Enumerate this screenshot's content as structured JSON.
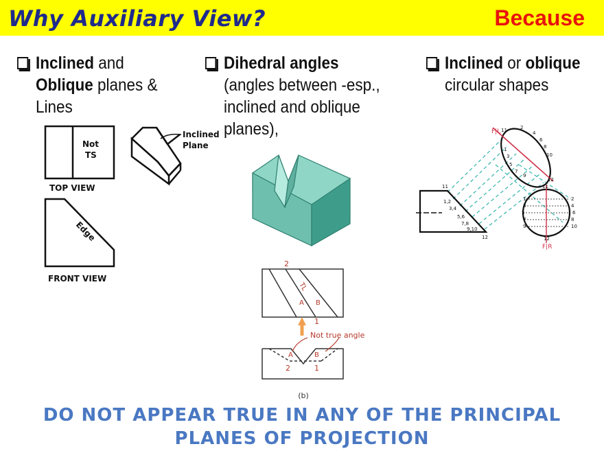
{
  "header": {
    "title": "Why Auxiliary View?",
    "because": "Because"
  },
  "bullets": [
    {
      "parts": [
        {
          "text": "Inclined",
          "bold": true
        },
        {
          "text": " and ",
          "bold": false
        },
        {
          "text": "Oblique",
          "bold": true
        },
        {
          "text": " planes & Lines",
          "bold": false
        }
      ]
    },
    {
      "parts": [
        {
          "text": "Dihedral angles",
          "bold": true
        },
        {
          "text": " (angles between -esp., inclined and oblique planes),",
          "bold": false
        }
      ]
    },
    {
      "parts": [
        {
          "text": "Inclined",
          "bold": true
        },
        {
          "text": " or ",
          "bold": false
        },
        {
          "text": "oblique",
          "bold": true
        },
        {
          "text": " circular shapes",
          "bold": false
        }
      ]
    }
  ],
  "fig1": {
    "not_ts": [
      "Not",
      "TS"
    ],
    "top_view": "TOP VIEW",
    "edge": "Edge",
    "front_view": "FRONT VIEW",
    "inclined_plane": [
      "Inclined",
      "Plane"
    ]
  },
  "fig2": {
    "label_2_top": "2",
    "label_tl": "TL",
    "label_a": "A",
    "label_b": "B",
    "label_1_mid": "1",
    "not_true_angle": "Not true angle",
    "label_a2": "A",
    "label_b2": "B",
    "label_2_bot": "2",
    "label_1_bot": "1",
    "caption": "(b)",
    "colors": {
      "accent": "#b5382a",
      "solid": "#6fbfae",
      "solid_dark": "#3d9d8a",
      "arrow": "#f0a050"
    }
  },
  "fig3": {
    "fl": "F|L",
    "fr": "F|R",
    "ellipse_labels": [
      "11",
      "2",
      "4",
      "6",
      "8",
      "10",
      "12",
      "9",
      "7",
      "5",
      "3",
      "1"
    ],
    "circle_labels": [
      "11",
      "1",
      "2",
      "3",
      "4",
      "5",
      "6",
      "7",
      "8",
      "9",
      "10",
      "12"
    ],
    "front_labels": [
      "11",
      "1,2",
      "3,4",
      "5,6",
      "7,8",
      "9,10",
      "12"
    ],
    "colors": {
      "projector": "#40b8b0",
      "axis": "#d03048"
    }
  },
  "footer": {
    "line1": "DO NOT APPEAR TRUE IN ANY OF THE PRINCIPAL",
    "line2": "PLANES OF PROJECTION"
  }
}
